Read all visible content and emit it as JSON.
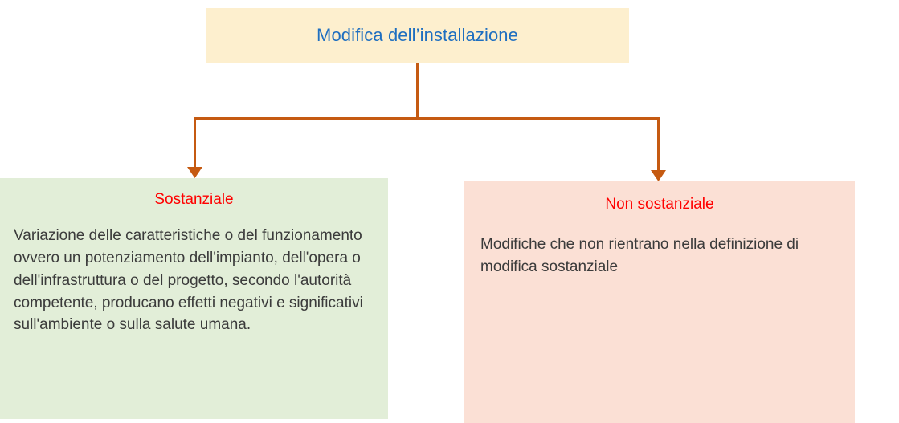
{
  "diagram": {
    "type": "tree-flowchart",
    "root": {
      "label": "Modifica dell’installazione",
      "fill": "#FDEFCE",
      "text_color": "#1F6FC0"
    },
    "connector_color": "#C55A11",
    "branches": [
      {
        "heading": "Sostanziale",
        "heading_color": "#FF0000",
        "body": "Variazione delle caratteristiche o del funzionamento ovvero un potenziamento dell'impianto, dell'opera o dell'infrastruttura o del progetto, secondo l'autorità competente, producano effetti negativi e significativi sull'ambiente o sulla salute umana.",
        "fill": "#E2EED8",
        "text_color": "#3B3B3B"
      },
      {
        "heading": "Non sostanziale",
        "heading_color": "#FF0000",
        "body": "Modifiche che non rientrano nella definizione di modifica sostanziale",
        "fill": "#FBE0D5",
        "text_color": "#3B3B3B"
      }
    ]
  }
}
